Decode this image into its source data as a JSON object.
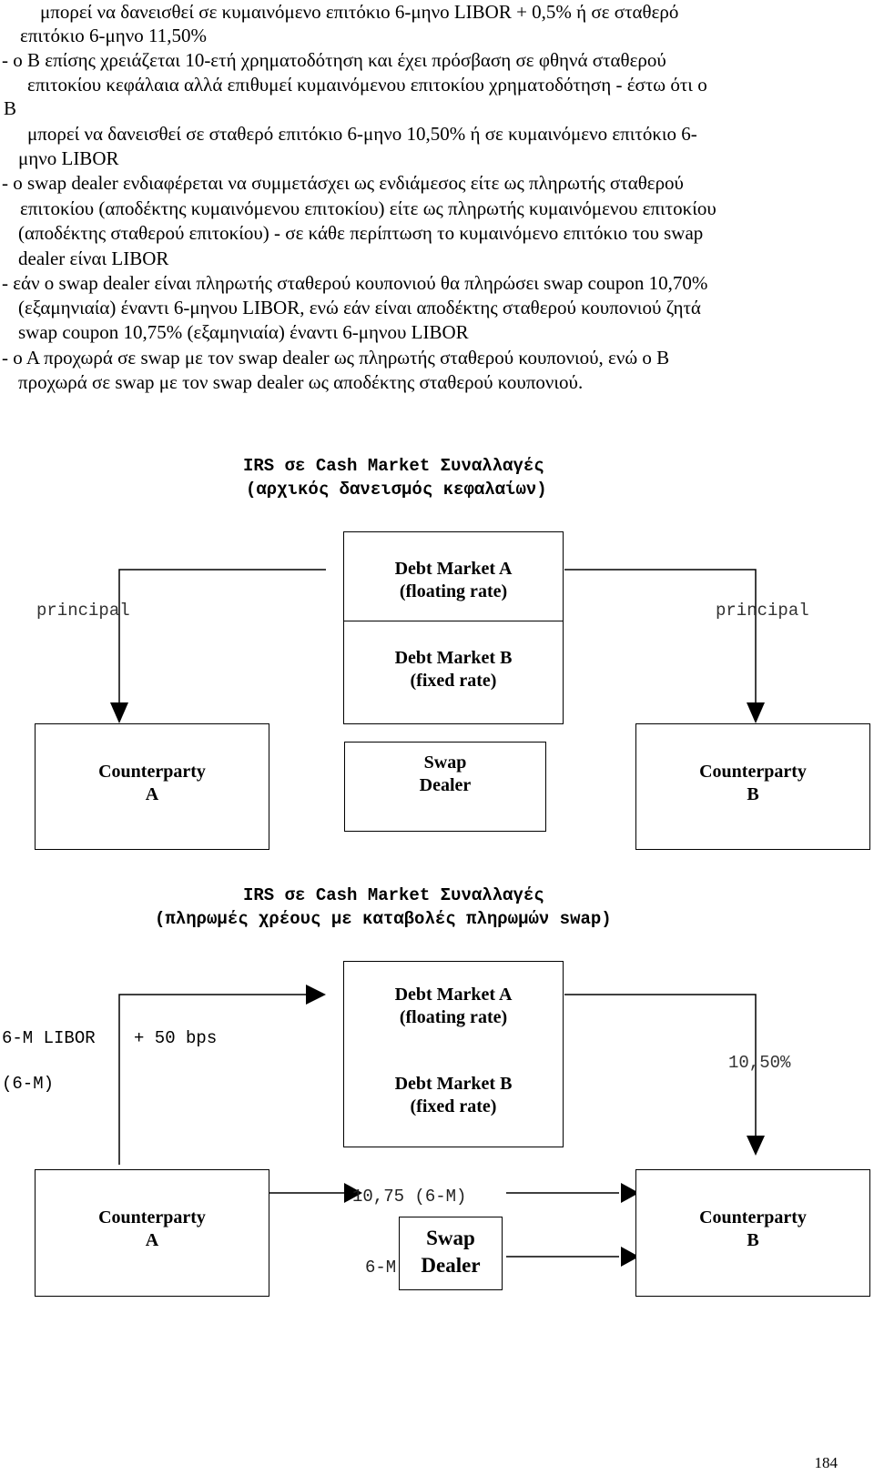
{
  "text_lines": [
    "μπορεί να δανεισθεί σε κυμαινόμενο επιτόκιο 6-μηνο LIBOR + 0,5% ή σε σταθερό",
    "επιτόκιο 6-μηνο 11,50%",
    "- ο Β επίσης χρειάζεται 10-ετή χρηματοδότηση και έχει πρόσβαση σε φθηνά σταθερού",
    "επιτοκίου κεφάλαια αλλά επιθυμεί κυμαινόμενου επιτοκίου χρηματοδότηση  - έστω ότι ο",
    "Β",
    "μπορεί να δανεισθεί σε σταθερό επιτόκιο 6-μηνο 10,50% ή σε κυμαινόμενο επιτόκιο 6-",
    "μηνο LIBOR",
    "- ο swap dealer ενδιαφέρεται να συμμετάσχει ως ενδιάμεσος είτε ως πληρωτής σταθερού",
    "επιτοκίου (αποδέκτης κυμαινόμενου επιτοκίου) είτε ως πληρωτής κυμαινόμενου επιτοκίου",
    "(αποδέκτης σταθερού επιτοκίου) - σε κάθε περίπτωση το κυμαινόμενο επιτόκιο του swap",
    "dealer είναι LIBOR",
    "- εάν ο swap dealer είναι πληρωτής σταθερού κουπονιού θα πληρώσει swap coupon 10,70%",
    "(εξαμηνιαία) έναντι 6-μηνου LIBOR, ενώ εάν είναι αποδέκτης σταθερού κουπονιού ζητά",
    "swap coupon 10,75% (εξαμηνιαία) έναντι 6-μηνου LIBOR",
    "- ο Α προχωρά σε swap με τον swap dealer ως πληρωτής σταθερού κουπονιού, ενώ ο Β",
    "προχωρά σε swap με τον swap dealer ως αποδέκτης σταθερού κουπονιού."
  ],
  "diagram1": {
    "title_line1": "IRS σε Cash Market Συναλλαγές",
    "title_line2": "(αρχικός δανεισμός κεφαλαίων)",
    "debt_a": "Debt Market A",
    "debt_a_sub": "(floating rate)",
    "debt_b": "Debt Market B",
    "debt_b_sub": "(fixed rate)",
    "left_label": "principal",
    "right_label": "principal",
    "cp_a_line1": "Counterparty",
    "cp_a_line2": "A",
    "dealer_line1": "Swap",
    "dealer_line2": "Dealer",
    "cp_b_line1": "Counterparty",
    "cp_b_line2": "B"
  },
  "diagram2": {
    "title_line1": "IRS σε Cash Market Συναλλαγές",
    "title_line2": "(πληρωμές χρέους με καταβολές πληρωμών swap)",
    "debt_a": "Debt Market A",
    "debt_a_sub": "(floating rate)",
    "debt_b": "Debt Market B",
    "debt_b_sub": "(fixed rate)",
    "libor_label": "6-M LIBOR",
    "bps_label": "+ 50 bps",
    "sixm_label": "(6-M)",
    "rate_b_label": "10,50%",
    "swap_rate_label": "10,75 (6-M)",
    "sixm_partial": "6-M",
    "cp_a_line1": "Counterparty",
    "cp_a_line2": "A",
    "dealer_line1": "Swap",
    "dealer_line2": "Dealer",
    "cp_b_line1": "Counterparty",
    "cp_b_line2": "B"
  },
  "page_number": "184"
}
